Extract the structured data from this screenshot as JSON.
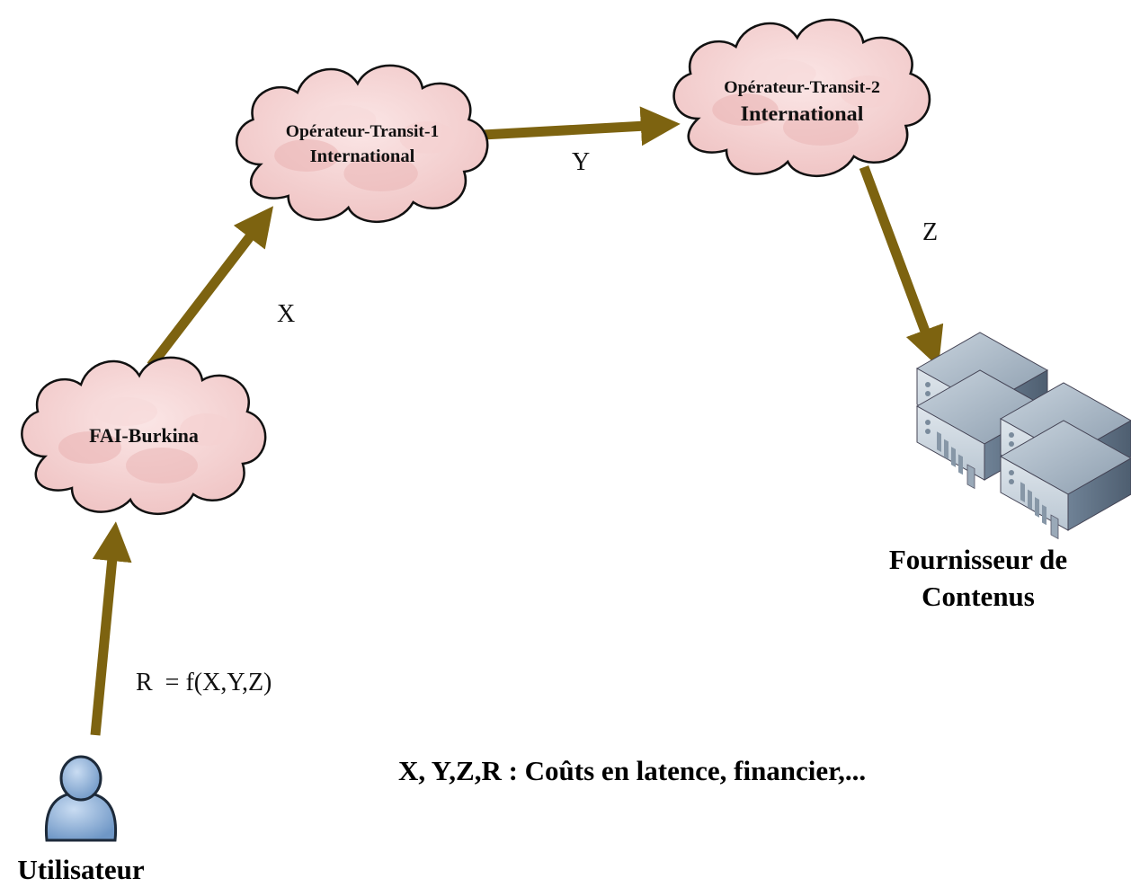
{
  "nodes": {
    "fai": {
      "label": "FAI-Burkina"
    },
    "transit1": {
      "line1": "Opérateur-Transit-1",
      "line2": "International"
    },
    "transit2": {
      "line1": "Opérateur-Transit-2",
      "line2": "International"
    },
    "provider": {
      "line1": "Fournisseur de",
      "line2": "Contenus"
    },
    "user": {
      "label": "Utilisateur"
    }
  },
  "edges": {
    "x_label": "X",
    "y_label": "Y",
    "z_label": "Z"
  },
  "formula": "R  = f(X,Y,Z)",
  "legend": "X, Y,Z,R : Coûts en latence, financier,...",
  "icons": [
    "cloud-icon",
    "server-rack-icon",
    "user-icon"
  ],
  "colors": {
    "arrow": "#7d6310",
    "cloud_fill": "#f2c9c9",
    "cloud_shade": "#e4a8a8",
    "server_top": "#aebccb",
    "user_body": "#8fb4dc"
  }
}
